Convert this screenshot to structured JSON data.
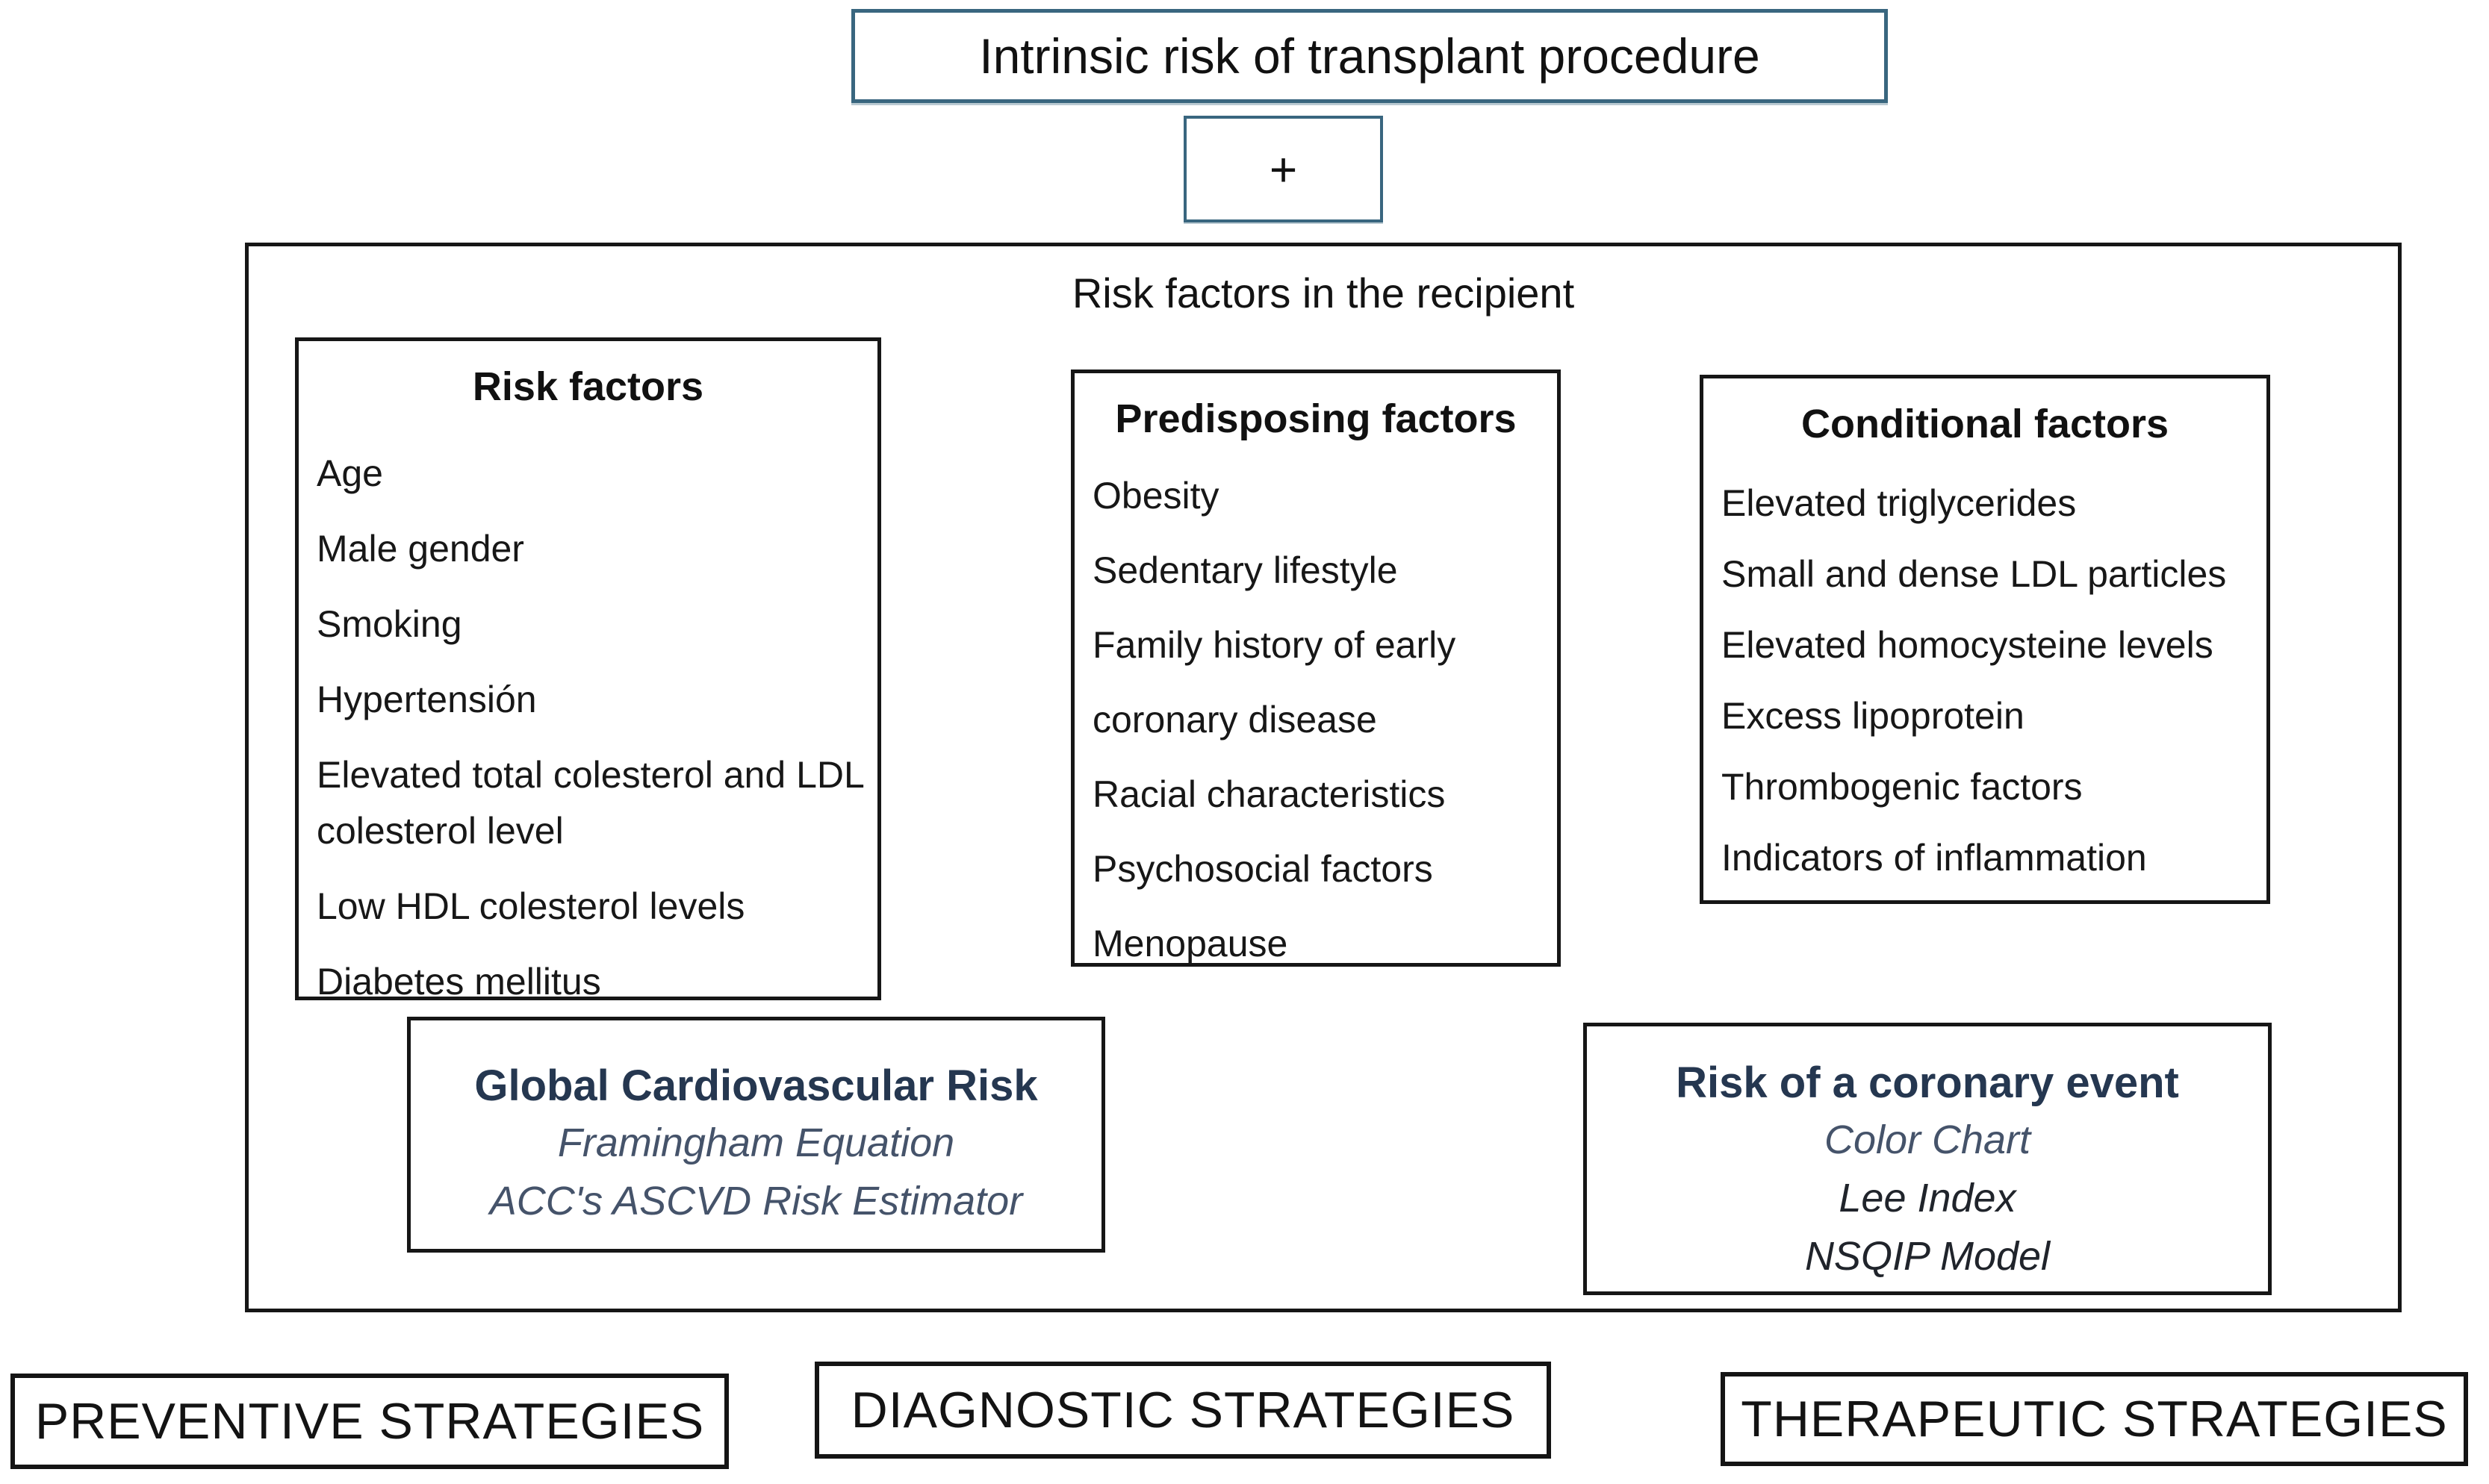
{
  "figure": {
    "top_title": "Intrinsic risk of transplant procedure",
    "plus_sign": "+",
    "recipient_title": "Risk factors in the recipient"
  },
  "risk_factors": {
    "title": "Risk factors",
    "items": [
      "Age",
      "Male gender",
      "Smoking",
      "Hypertensión",
      "Elevated total colesterol and LDL colesterol level",
      "Low HDL colesterol levels",
      "Diabetes mellitus"
    ]
  },
  "predisposing_factors": {
    "title": "Predisposing factors",
    "items": [
      "Obesity",
      "Sedentary lifestyle",
      "Family history of early coronary disease",
      "Racial characteristics",
      "Psychosocial factors",
      "Menopause"
    ]
  },
  "conditional_factors": {
    "title": "Conditional factors",
    "items": [
      "Elevated triglycerides",
      "Small and dense LDL particles",
      "Elevated homocysteine levels",
      "Excess lipoprotein",
      "Thrombogenic factors",
      "Indicators of inflammation"
    ]
  },
  "global_cardiovascular_risk": {
    "title": "Global Cardiovascular Risk",
    "tools": [
      "Framingham Equation",
      "ACC's ASCVD Risk Estimator"
    ]
  },
  "coronary_event_risk": {
    "title": "Risk of a coronary event",
    "tools": [
      "Color Chart",
      "Lee Index",
      "NSQIP Model"
    ]
  },
  "strategies": {
    "preventive": "PREVENTIVE STRATEGIES",
    "diagnostic": "DIAGNOSTIC STRATEGIES",
    "therapeutic": "THERAPEUTIC STRATEGIES"
  },
  "colors": {
    "accent_border": "#39667f",
    "box_border": "#161616",
    "navy_heading": "#253750",
    "muted_italic": "#45536a",
    "dark_italic": "#20242b"
  }
}
